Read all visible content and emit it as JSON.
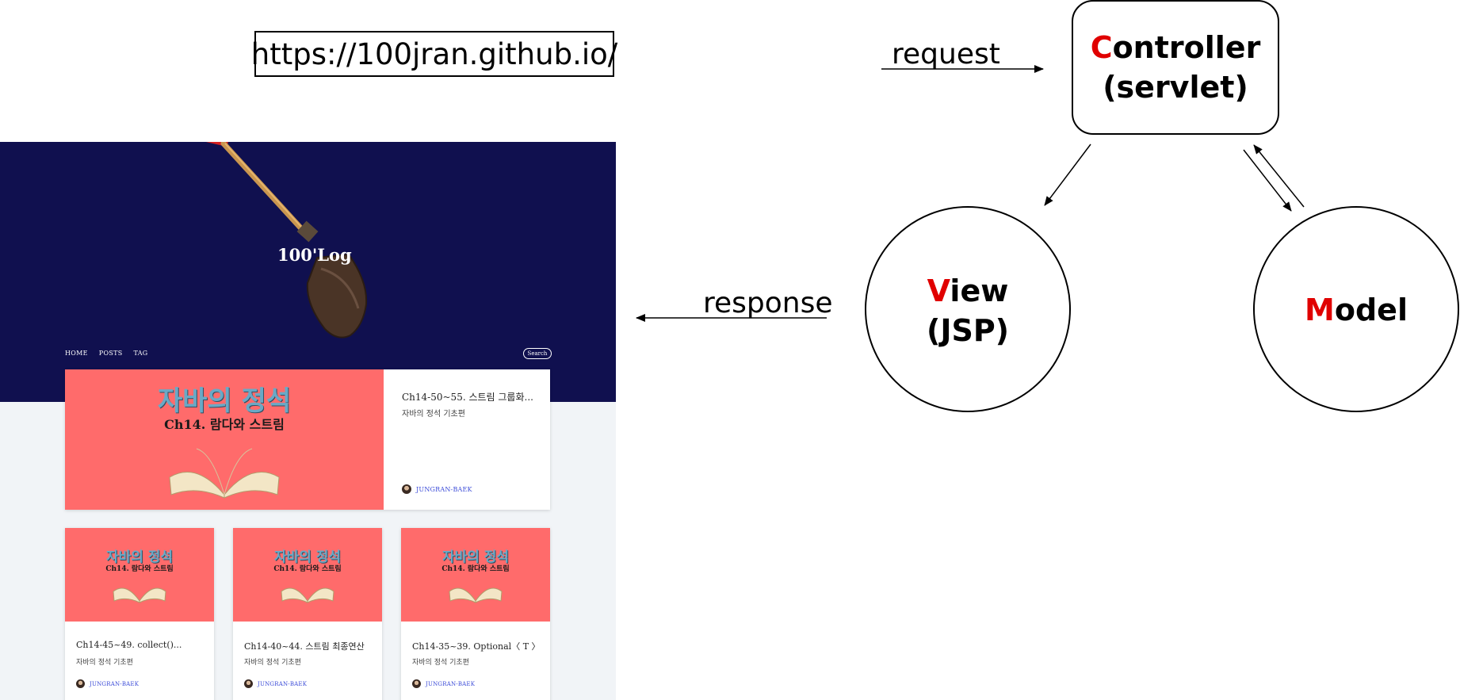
{
  "url": "https://100jran.github.io/",
  "blog": {
    "title": "100'Log",
    "nav": [
      "HOME",
      "POSTS",
      "TAG"
    ],
    "search_label": "Search",
    "thumb_title": "자바의 정석",
    "thumb_sub": "Ch14. 람다와 스트림",
    "featured": {
      "title": "Ch14-50~55. 스트림 그룹화...",
      "category": "자바의 정석 기초편",
      "author": "JUNGRAN-BAEK"
    },
    "posts": [
      {
        "title": "Ch14-45~49. collect()...",
        "category": "자바의 정석 기초편",
        "author": "JUNGRAN-BAEK"
      },
      {
        "title": "Ch14-40~44. 스트림 최종연산",
        "category": "자바의 정석 기초편",
        "author": "JUNGRAN-BAEK"
      },
      {
        "title": "Ch14-35~39. Optional〈 T 〉",
        "category": "자바의 정석 기초편",
        "author": "JUNGRAN-BAEK"
      }
    ]
  },
  "diagram": {
    "request_label": "request",
    "response_label": "response",
    "controller": {
      "initial": "C",
      "rest": "ontroller",
      "line2": "(servlet)"
    },
    "view": {
      "initial": "V",
      "rest": "iew",
      "line2": "(JSP)"
    },
    "model": {
      "initial": "M",
      "rest": "odel"
    },
    "accent_color": "#e00000"
  }
}
